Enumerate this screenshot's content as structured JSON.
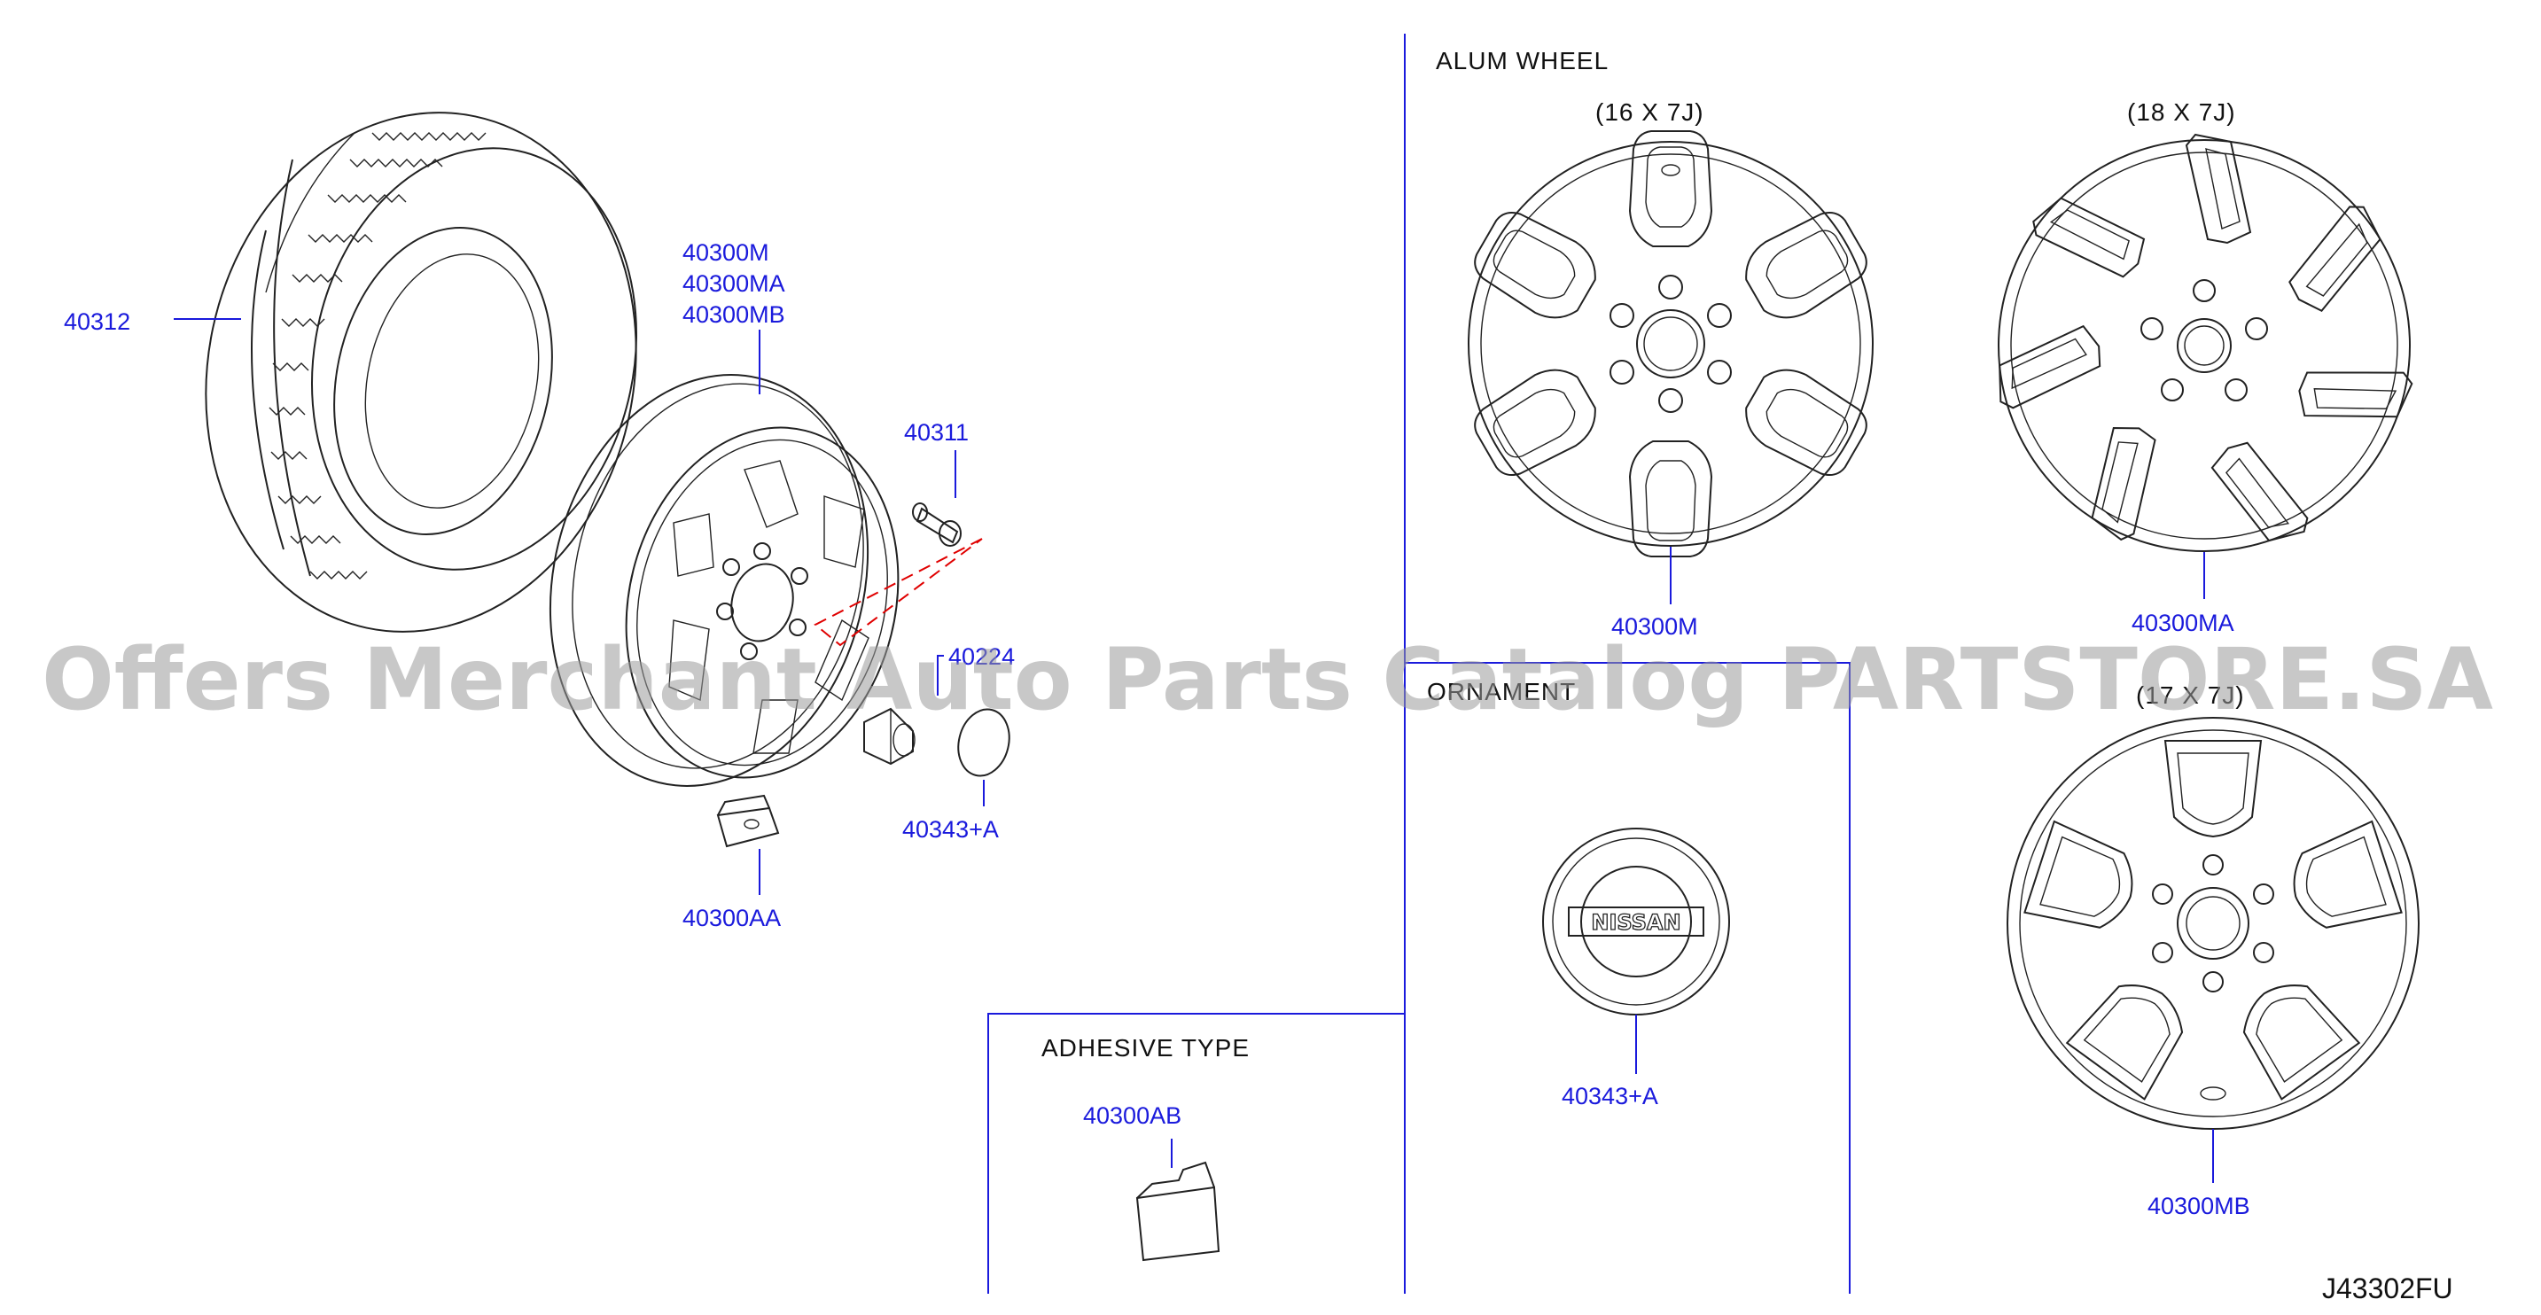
{
  "sections": {
    "alum_wheel": "ALUM  WHEEL",
    "ornament": "ORNAMENT",
    "adhesive_type": "ADHESIVE  TYPE"
  },
  "sizes": {
    "wheel_16": "(16  X  7J)",
    "wheel_18": "(18  X  7J)",
    "wheel_17": "(17  X  7J)"
  },
  "parts": {
    "tire": "40312",
    "wheel_group_1": "40300M",
    "wheel_group_2": "40300MA",
    "wheel_group_3": "40300MB",
    "valve": "40311",
    "nut": "40224",
    "cap_left": "40343+A",
    "weight_clip": "40300AA",
    "weight_adhesive": "40300AB",
    "wheel_16": "40300M",
    "wheel_18": "40300MA",
    "ornament": "40343+A",
    "wheel_17": "40300MB"
  },
  "ornament_logo": "NISSAN",
  "reference_code": "J43302FU",
  "watermark": "Offers Merchant Auto Parts Catalog PARTSTORE.SA"
}
